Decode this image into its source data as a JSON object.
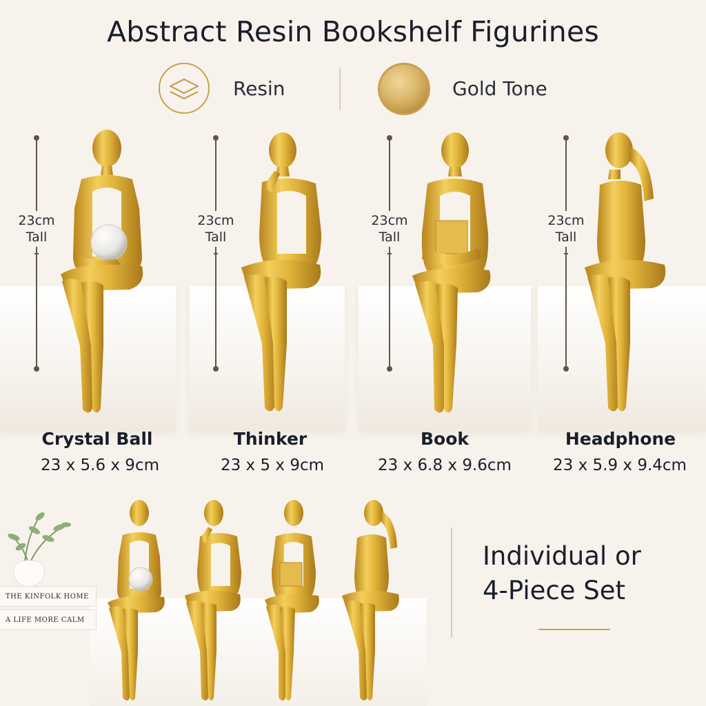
{
  "title": "Abstract Resin Bookshelf Figurines",
  "features": [
    {
      "label": "Resin",
      "icon": "layers-icon"
    },
    {
      "label": "Gold Tone",
      "icon": "gold-swatch-icon"
    }
  ],
  "height_label": "23cm\nTall",
  "products": [
    {
      "name": "Crystal Ball",
      "dimensions": "23 x 5.6 x 9cm",
      "holds": "crystal-ball"
    },
    {
      "name": "Thinker",
      "dimensions": "23 x 5 x 9cm",
      "holds": "hand-on-chin"
    },
    {
      "name": "Book",
      "dimensions": "23 x 6.8 x 9.6cm",
      "holds": "book"
    },
    {
      "name": "Headphone",
      "dimensions": "23 x 5.9 x 9.4cm",
      "holds": "hand-on-ear"
    }
  ],
  "set_text": {
    "line1": "Individual or",
    "line2": "4-Piece Set"
  },
  "book_spines": [
    "THE KINFOLK HOME",
    "A LIFE MORE CALM"
  ],
  "colors": {
    "background": "#f7f3ec",
    "gold": "#d9a72a",
    "gold_dark": "#a9791a",
    "text": "#1a1d2b",
    "accent_line": "#c89f52"
  }
}
